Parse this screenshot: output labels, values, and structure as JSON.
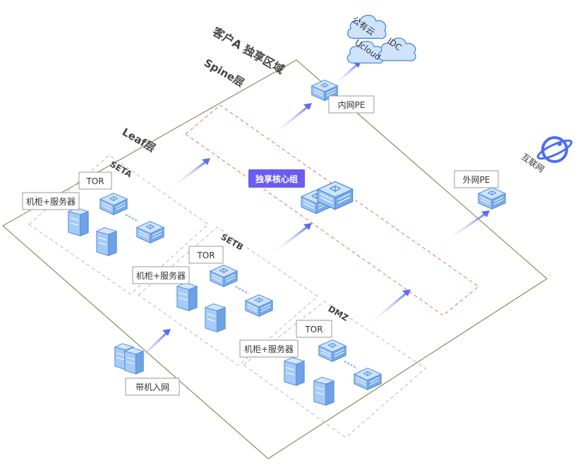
{
  "zone": {
    "title": "客户A 独享区域"
  },
  "layers": {
    "spine": "Spine层",
    "leaf": "Leaf层"
  },
  "core": {
    "label": "独享核心组"
  },
  "groups": {
    "seta": {
      "title": "SETA",
      "tor": "TOR",
      "rack": "机柜+服务器"
    },
    "setb": {
      "title": "SETB",
      "tor": "TOR",
      "rack": "机柜+服务器"
    },
    "dmz": {
      "title": "DMZ",
      "tor": "TOR",
      "rack": "机柜+服务器"
    }
  },
  "pe": {
    "inner": "内网PE",
    "outer": "外网PE"
  },
  "clouds": {
    "public": "公有云",
    "ucloud": "Ucloud",
    "idc": "IDC"
  },
  "internet": {
    "label": "互联网"
  },
  "server_in": {
    "label": "带机入网"
  },
  "colors": {
    "accent": "#5b6cf0",
    "device": "#b9d6ff",
    "device_edge": "#4a8ad8",
    "core_label_bg": "#6a5cf2",
    "zone_border": "#6d7d3a",
    "spine_border": "#e0707a"
  }
}
